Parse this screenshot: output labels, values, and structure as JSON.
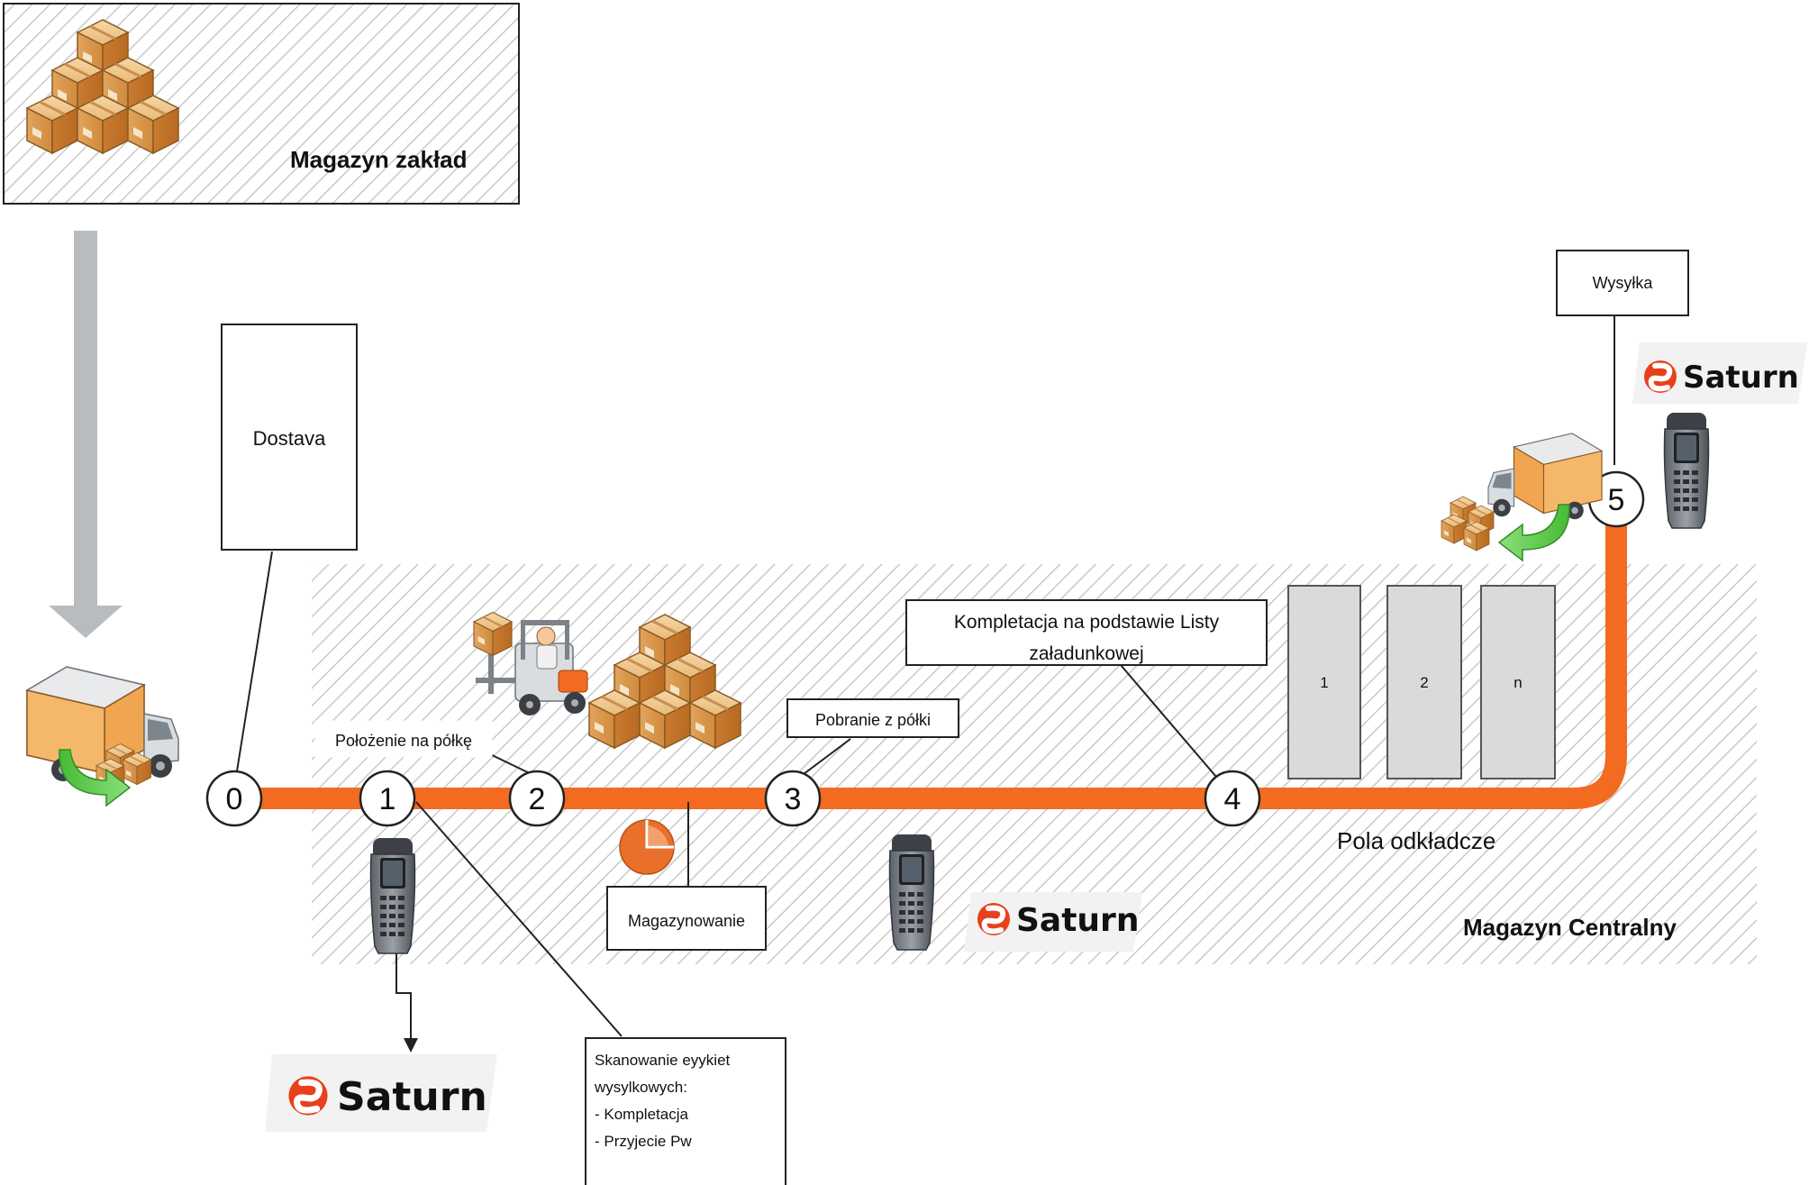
{
  "zones": {
    "plant_warehouse": "Magazyn zakład",
    "central_warehouse": "Magazyn Centralny",
    "staging_area": "Pola odkładcze"
  },
  "steps": [
    "0",
    "1",
    "2",
    "3",
    "4",
    "5"
  ],
  "callouts": {
    "delivery": "Dostava",
    "put_on_shelf": "Położenie na półkę",
    "storage": "Magazynowanie",
    "pick_from_shelf": "Pobranie z półki",
    "picking_line1": "Kompletacja na podstawie Listy",
    "picking_line2": "załadunkowej",
    "shipping": "Wysyłka",
    "scan_line1": "Skanowanie eyykiet",
    "scan_line2": "wysylkowych:",
    "scan_line3": "- Kompletacja",
    "scan_line4": "- Przyjecie Pw"
  },
  "bays": [
    "1",
    "2",
    "n"
  ],
  "brand": {
    "name": "Saturn",
    "accent": "#e8401c"
  },
  "colors": {
    "flow_line": "#f26b21",
    "hatch": "#c8c8c8",
    "arrow": "#b9bcbf",
    "bay": "#d9dadb"
  },
  "icons": [
    "boxes-stack-icon",
    "delivery-truck-icon",
    "forklift-icon",
    "barcode-scanner-icon",
    "pie-clock-icon",
    "saturn-logo-icon"
  ]
}
